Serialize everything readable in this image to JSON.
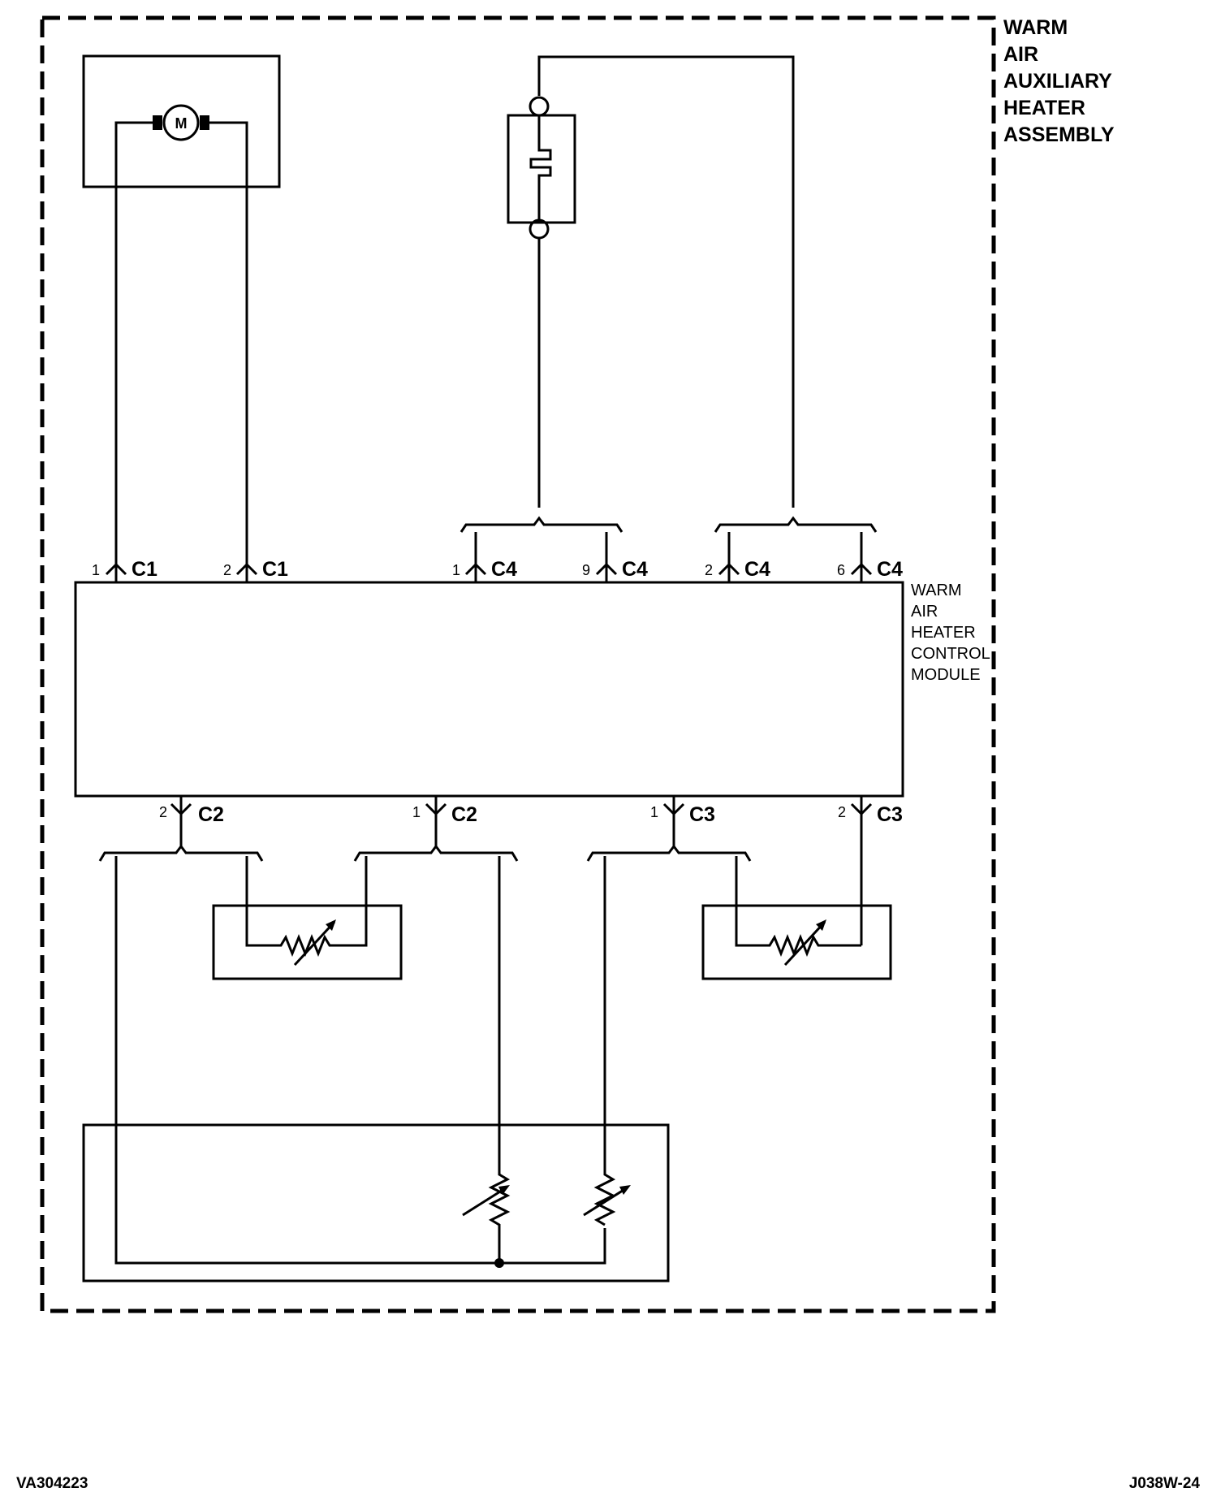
{
  "assembly": {
    "label_lines": [
      "WARM",
      "AIR",
      "AUXILIARY",
      "HEATER",
      "ASSEMBLY"
    ]
  },
  "module": {
    "label_lines": [
      "WARM",
      "AIR",
      "HEATER",
      "CONTROL",
      "MODULE"
    ]
  },
  "motor": {
    "symbol": "M"
  },
  "connectors_top": [
    {
      "pin": "1",
      "name": "C1"
    },
    {
      "pin": "2",
      "name": "C1"
    },
    {
      "pin": "1",
      "name": "C4"
    },
    {
      "pin": "9",
      "name": "C4"
    },
    {
      "pin": "2",
      "name": "C4"
    },
    {
      "pin": "6",
      "name": "C4"
    }
  ],
  "connectors_bottom": [
    {
      "pin": "2",
      "name": "C2"
    },
    {
      "pin": "1",
      "name": "C2"
    },
    {
      "pin": "1",
      "name": "C3"
    },
    {
      "pin": "2",
      "name": "C3"
    }
  ],
  "footer": {
    "left_code": "VA304223",
    "right_code": "J038W-24"
  }
}
